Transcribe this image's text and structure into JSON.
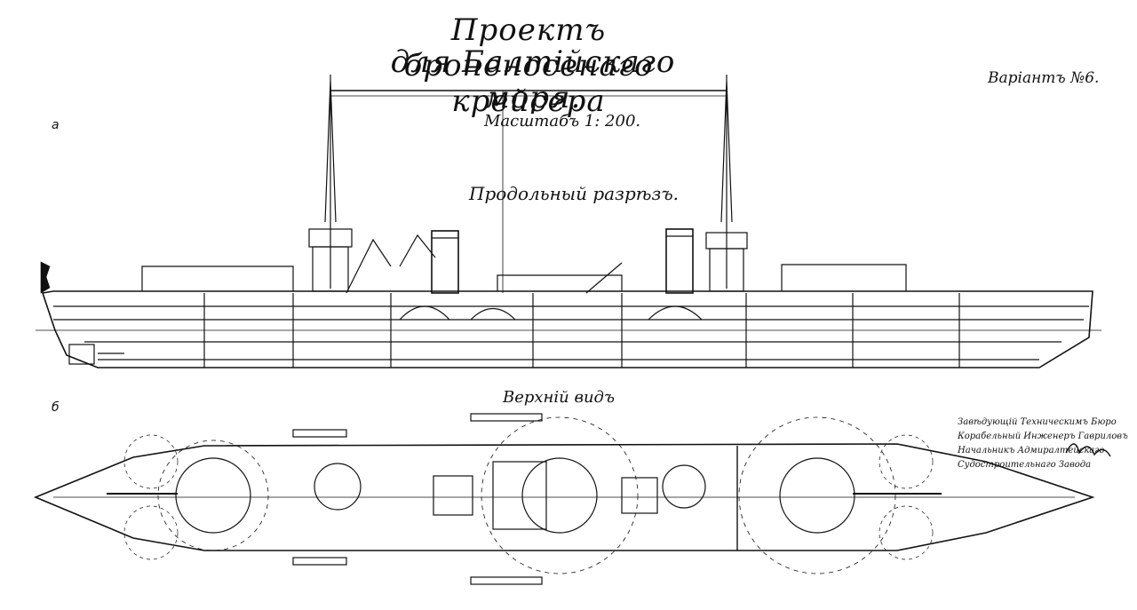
{
  "drawing": {
    "title_line1": "Проектъ броненосенаго крейсера",
    "title_line2": "для Балтійскаго моря.",
    "variant": "Варіантъ №6.",
    "scale": "Масштабъ 1: 200.",
    "panel_a": "а",
    "panel_b": "б",
    "longitudinal_section": "Продольный разрѣзъ.",
    "top_view": "Верхній видъ",
    "signatures": [
      "Завѣдующій Техническимъ Бюро",
      "Корабельный Инженеръ Гавриловъ",
      "Начальникъ Адмиралтейскаго",
      "Судостроительнаго Завода"
    ]
  },
  "colors": {
    "ink": "#111111",
    "paper": "#ffffff"
  }
}
